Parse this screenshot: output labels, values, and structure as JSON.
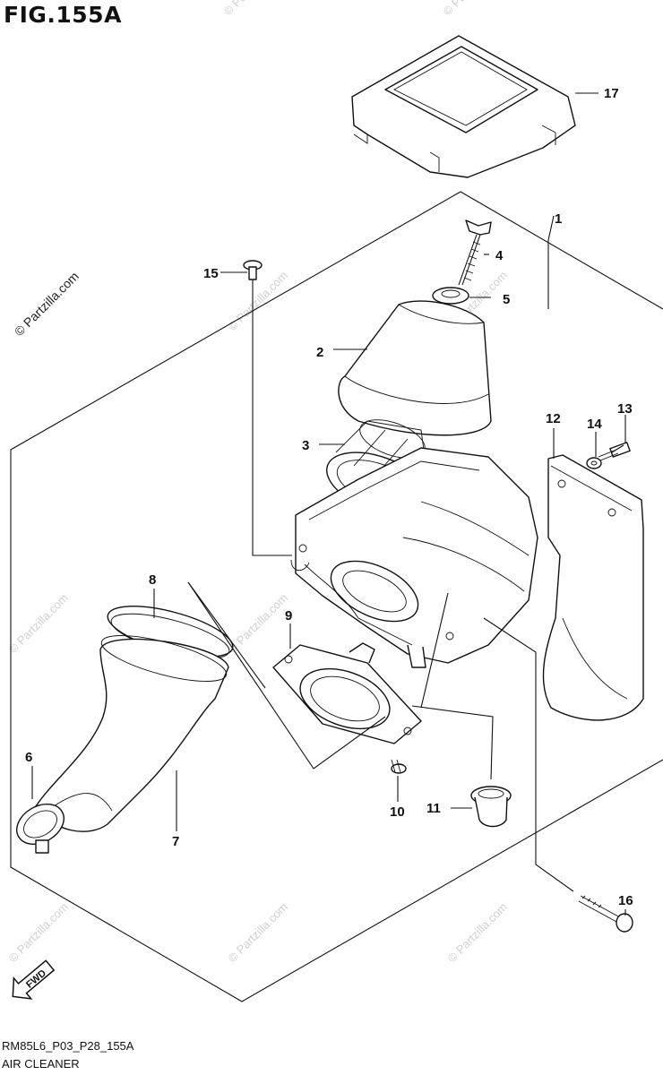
{
  "title": "FIG.155A",
  "footer": {
    "code": "RM85L6_P03_P28_155A",
    "name": "AIR CLEANER"
  },
  "watermark": {
    "main": "© Partzilla.com",
    "repeat": "© Partzilla.com"
  },
  "fwd_label": "FWD",
  "callouts": {
    "c1": "1",
    "c2": "2",
    "c3": "3",
    "c4": "4",
    "c5": "5",
    "c6": "6",
    "c7": "7",
    "c8": "8",
    "c9": "9",
    "c10": "10",
    "c11": "11",
    "c12": "12",
    "c13": "13",
    "c14": "14",
    "c15": "15",
    "c16": "16",
    "c17": "17"
  }
}
